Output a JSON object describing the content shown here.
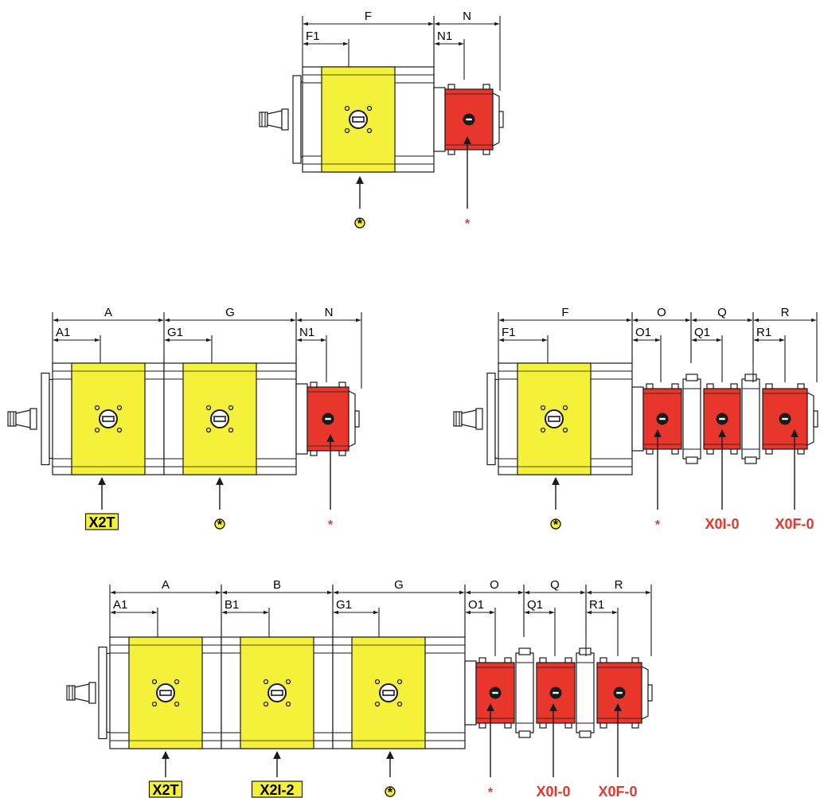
{
  "colors": {
    "gear_yellow": "#f5f03a",
    "gear_red": "#e8362d",
    "label_red": "#e8362d",
    "label_highlight": "#f5f03a",
    "line": "#1a1a1a"
  },
  "icons": [
    "shaft-coupling-icon",
    "port-bolt-icon"
  ],
  "diagrams": [
    {
      "name": "diagram-single-plus-red",
      "dims": [
        "F",
        "F1",
        "N",
        "N1"
      ],
      "labels": [
        "*",
        "*"
      ]
    },
    {
      "name": "diagram-double-plus-red",
      "dims": [
        "A",
        "A1",
        "G",
        "G1",
        "N",
        "N1"
      ],
      "labels": [
        "X2T",
        "*",
        "*"
      ]
    },
    {
      "name": "diagram-single-plus-three-red",
      "dims": [
        "F",
        "F1",
        "O",
        "O1",
        "Q",
        "Q1",
        "R",
        "R1"
      ],
      "labels": [
        "*",
        "*",
        "X0I-0",
        "X0F-0"
      ]
    },
    {
      "name": "diagram-triple-plus-three-red",
      "dims": [
        "A",
        "A1",
        "B",
        "B1",
        "G",
        "G1",
        "O",
        "O1",
        "Q",
        "Q1",
        "R",
        "R1"
      ],
      "labels": [
        "X2T",
        "X2I-2",
        "*",
        "*",
        "X0I-0",
        "X0F-0"
      ]
    }
  ]
}
